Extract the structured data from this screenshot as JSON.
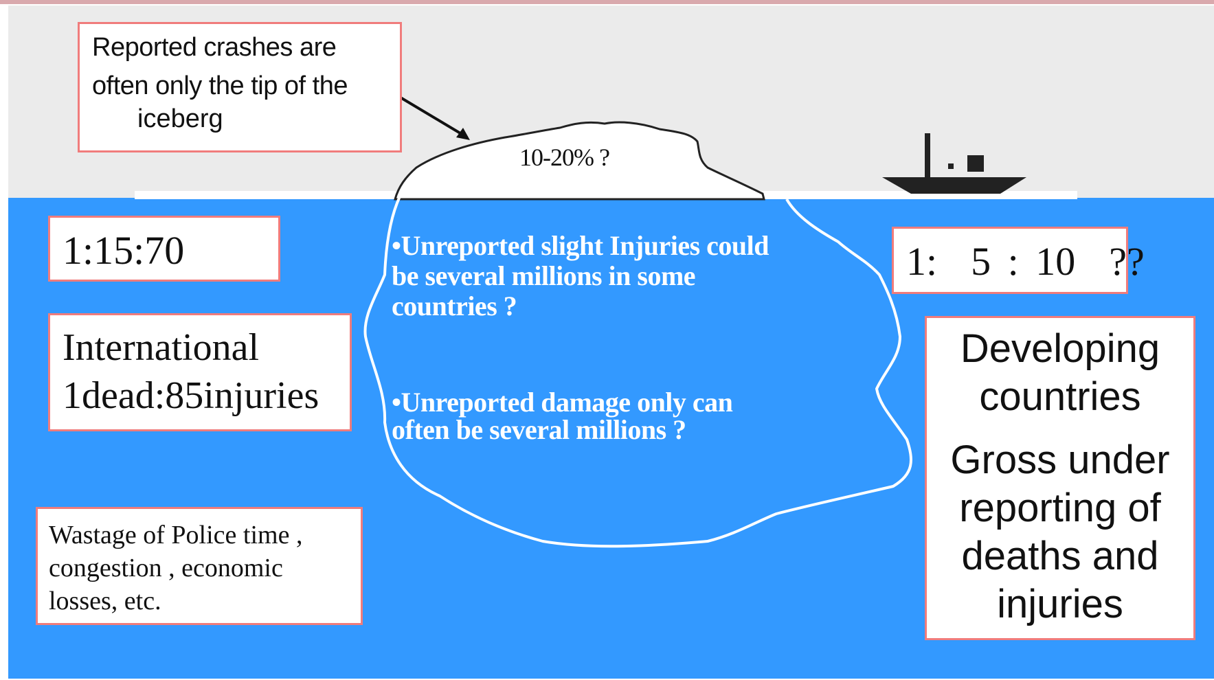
{
  "callout": {
    "line1": "Reported crashes are",
    "line2": "often only the tip of the",
    "line3": "iceberg"
  },
  "tip_label": "10-20% ?",
  "ratio_left": "1:15:70",
  "international": {
    "line1": "International",
    "line2": "1dead:85injuries"
  },
  "wastage": {
    "line1": "Wastage  of Police time ,",
    "line2": "congestion ,  economic",
    "line3": "losses, etc."
  },
  "unreported_injuries": {
    "line1": "•Unreported slight  Injuries could",
    "line2": "be several millions in some",
    "line3": "countries   ?"
  },
  "unreported_damage": {
    "line1": "•Unreported damage only   can",
    "line2": "often be several millions ?"
  },
  "ratio_right": "1:  5 : 10  ??",
  "developing": {
    "heading_line1": "Developing",
    "heading_line2": "countries",
    "body_line1": "Gross under",
    "body_line2": "reporting of",
    "body_line3": "deaths and",
    "body_line4": "injuries"
  },
  "icons": {
    "ship": "ship-icon",
    "iceberg": "iceberg-shape",
    "arrow": "pointer-arrow"
  },
  "colors": {
    "sea": "#3399ff",
    "sky": "#ebebeb",
    "box_border": "#f07c7c",
    "ship": "#222222"
  }
}
